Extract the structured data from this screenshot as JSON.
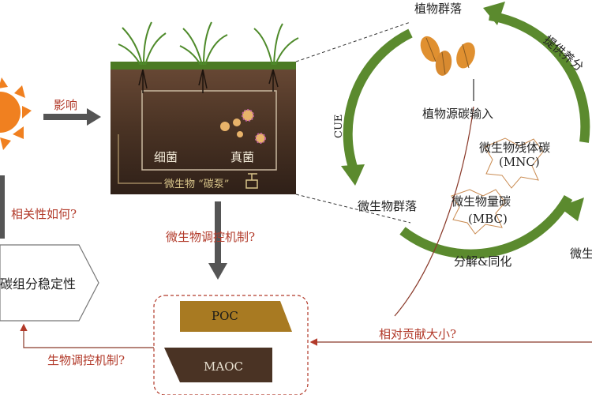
{
  "colors": {
    "soil_dark": "#3b2a1e",
    "soil_mid": "#5a4030",
    "cycle_green": "#5b8a2e",
    "arrow_gray": "#555555",
    "annotation_red": "#b23a2a",
    "poc_fill": "#a87a22",
    "maoc_fill": "#4a3324",
    "sun": "#f08020"
  },
  "left": {
    "influence": "影响",
    "correlation": "相关性如何?",
    "stability_box": "碳组分稳定性",
    "bio_regulation": "生物调控机制?"
  },
  "soil_panel": {
    "bacteria": "细菌",
    "fungi": "真菌",
    "microbe_pump": "微生物 “碳泵”"
  },
  "center": {
    "microbial_regulation": "微生物调控机制?",
    "relative_contribution": "相对贡献大小?"
  },
  "carbon_box": {
    "poc": "POC",
    "maoc": "MAOC"
  },
  "cycle": {
    "plant_community": "植物群落",
    "nutrient_supply": "提供养分",
    "plant_carbon_input": "植物源碳输入",
    "cue": "CUE",
    "necromass": "微生物残体碳",
    "mnc": "(MNC)",
    "microbial_community": "微生物群落",
    "biomass": "微生物量碳",
    "mbc": "(MBC)",
    "decompose_assimilate": "分解&同化",
    "right_edge": "微生"
  },
  "icons": [
    "sun-icon",
    "grass-icon",
    "seed-icon",
    "microbe-icon",
    "pump-icon"
  ]
}
